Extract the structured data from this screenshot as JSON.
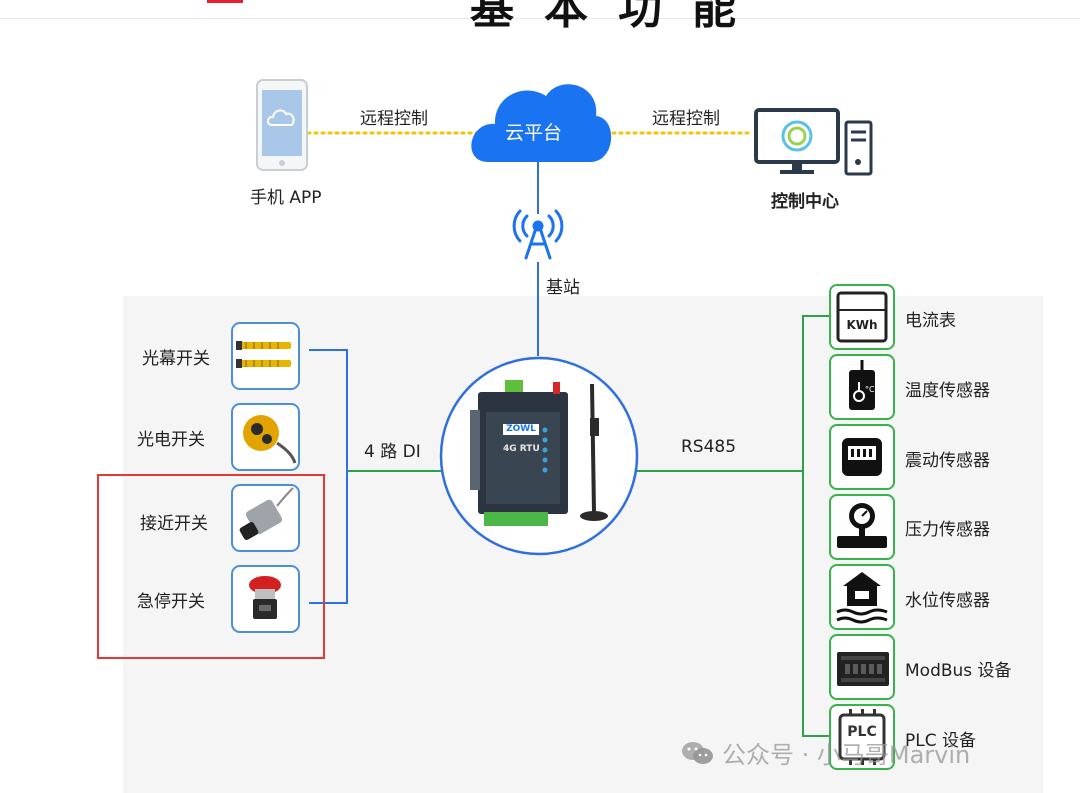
{
  "header": {
    "partial_title": "基本功能",
    "tab_color": "#e8202a"
  },
  "top": {
    "cloud_label": "云平台",
    "remote_left": "远程控制",
    "remote_right": "远程控制",
    "phone_label": "手机 APP",
    "center_label": "控制中心",
    "tower_label": "基站"
  },
  "device": {
    "brand": "ZOWL",
    "model": "4G RTU"
  },
  "links": {
    "di_label": "4 路 DI",
    "rs485_label": "RS485"
  },
  "inputs": [
    {
      "label": "光幕开关",
      "icon": "light-curtain-icon"
    },
    {
      "label": "光电开关",
      "icon": "photoelectric-switch-icon"
    },
    {
      "label": "接近开关",
      "icon": "proximity-switch-icon"
    },
    {
      "label": "急停开关",
      "icon": "emergency-stop-icon"
    }
  ],
  "outputs": [
    {
      "label": "电流表",
      "icon": "kwh-meter-icon",
      "icon_text": "KWh"
    },
    {
      "label": "温度传感器",
      "icon": "temperature-sensor-icon"
    },
    {
      "label": "震动传感器",
      "icon": "vibration-sensor-icon"
    },
    {
      "label": "压力传感器",
      "icon": "pressure-sensor-icon"
    },
    {
      "label": "水位传感器",
      "icon": "water-level-sensor-icon"
    },
    {
      "label": "ModBus 设备",
      "icon": "modbus-device-icon"
    },
    {
      "label": "PLC 设备",
      "icon": "plc-icon",
      "icon_text": "PLC"
    }
  ],
  "watermark": "公众号 · 小马哥Marvin",
  "colors": {
    "blue_line": "#2f6fe0",
    "green_line": "#2ea24a",
    "cloud": "#1a73f0",
    "red_highlight": "#e53935",
    "dotted": "#f2c500"
  }
}
